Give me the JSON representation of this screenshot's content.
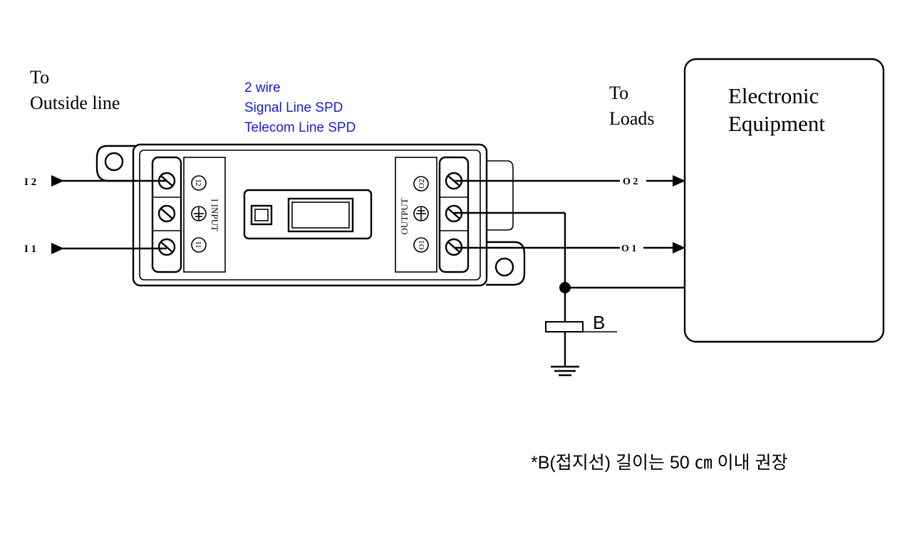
{
  "left_label": {
    "line1": "To",
    "line2": "Outside line"
  },
  "spd_title": {
    "line1": "2 wire",
    "line2": "Signal Line SPD",
    "line3": "Telecom Line SPD"
  },
  "right_label": {
    "line1": "To",
    "line2": "Loads"
  },
  "equipment": {
    "line1": "Electronic",
    "line2": "Equipment"
  },
  "inputs": {
    "i2": "I 2",
    "i1": "I 1"
  },
  "outputs": {
    "o2": "O 2",
    "o1": "O 1"
  },
  "device": {
    "input_block": "I INPUT",
    "output_block": "OUTPUT",
    "in_term_top": "I2",
    "in_term_bottom": "I1",
    "out_term_top": "O2",
    "out_term_bottom": "O1"
  },
  "ground_label": "B",
  "footnote": "*B(접지선) 길이는 50 ㎝ 이내 권장",
  "colors": {
    "accent_text": "#1a1adc",
    "line": "#000000"
  }
}
